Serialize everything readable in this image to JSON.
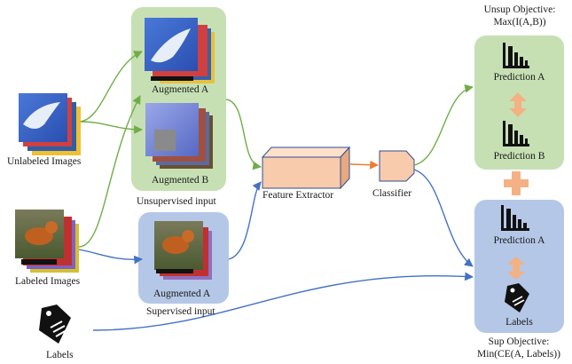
{
  "inputs": {
    "unlabeled": "Unlabeled Images",
    "labeled": "Labeled Images",
    "labels": "Labels"
  },
  "unsupervised_block": {
    "aug_a": "Augmented A",
    "aug_b": "Augmented B",
    "caption": "Unsupervised input"
  },
  "supervised_block": {
    "aug_a": "Augmented A",
    "caption": "Supervised input"
  },
  "modules": {
    "feature_extractor": "Feature Extractor",
    "classifier": "Classifier"
  },
  "unsup_objective": {
    "line1": "Unsup Objective:",
    "line2": "Max(I(A,B))",
    "pred_a": "Prediction A",
    "pred_b": "Prediction B"
  },
  "sup_objective": {
    "pred_a": "Prediction A",
    "labels": "Labels",
    "line1": "Sup Objective:",
    "line2": "Min(CE(A, Labels))"
  },
  "colors": {
    "green_panel": "#c6e0b4",
    "blue_panel": "#b4c7e7",
    "orange_module": "#f8cbad",
    "green_arrow": "#70ad47",
    "blue_arrow": "#4472c4",
    "orange_arrow": "#ed7d31",
    "plus": "#f4b183"
  }
}
